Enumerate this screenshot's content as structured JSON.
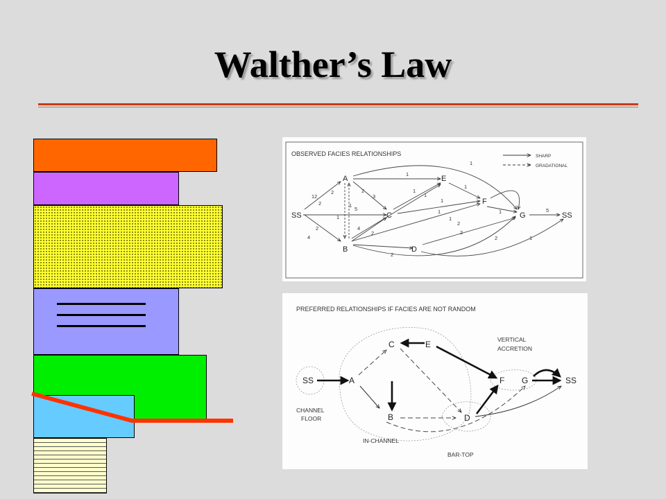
{
  "slide": {
    "title": "Walther’s Law"
  },
  "column": {
    "colors": {
      "orange": "#ff6600",
      "purple": "#cc66ff",
      "yellow": "#ffff33",
      "blue": "#9999ff",
      "green": "#00ee00",
      "cyan": "#66ccff",
      "tan": "#ffffcc",
      "erosion": "#ff3300"
    }
  },
  "observed": {
    "title": "OBSERVED FACIES RELATIONSHIPS",
    "legend": {
      "sharp": "SHARP",
      "gradational": "GRADATIONAL"
    },
    "nodes": {
      "ss_left": "SS",
      "a": "A",
      "b": "B",
      "c": "C",
      "d": "D",
      "e": "E",
      "f": "F",
      "g": "G",
      "ss_right": "SS"
    },
    "edge_labels": {
      "ss_a": "12",
      "ss_b": "4",
      "a_ss": "2",
      "b_ss": "2",
      "a_b": "2",
      "b_a": "1",
      "a_c": "2",
      "c_a": "3",
      "a_c_mid": "1",
      "a_c_mid2": "5",
      "b_c": "4",
      "c_b": "2",
      "a_e": "1",
      "a_g": "1",
      "c_e": "1",
      "c_f": "1",
      "b_e": "1",
      "b_f": "2",
      "c_f2": "1",
      "e_f": "1",
      "f_g": "1",
      "d_g": "2",
      "g_ss": "5",
      "b_d": "2",
      "d_ss": "1",
      "b_g": "2",
      "c_g": "1"
    }
  },
  "preferred": {
    "title": "PREFERRED RELATIONSHIPS IF FACIES ARE NOT RANDOM",
    "nodes": {
      "ss": "SS",
      "a": "A",
      "b": "B",
      "c": "C",
      "d": "D",
      "e": "E",
      "f": "F",
      "g": "G",
      "ss2": "SS"
    },
    "groups": {
      "channel_floor_1": "CHANNEL",
      "channel_floor_2": "FLOOR",
      "in_channel": "IN-CHANNEL",
      "bar_top": "BAR-TOP",
      "vertical_1": "VERTICAL",
      "vertical_2": "ACCRETION"
    }
  }
}
